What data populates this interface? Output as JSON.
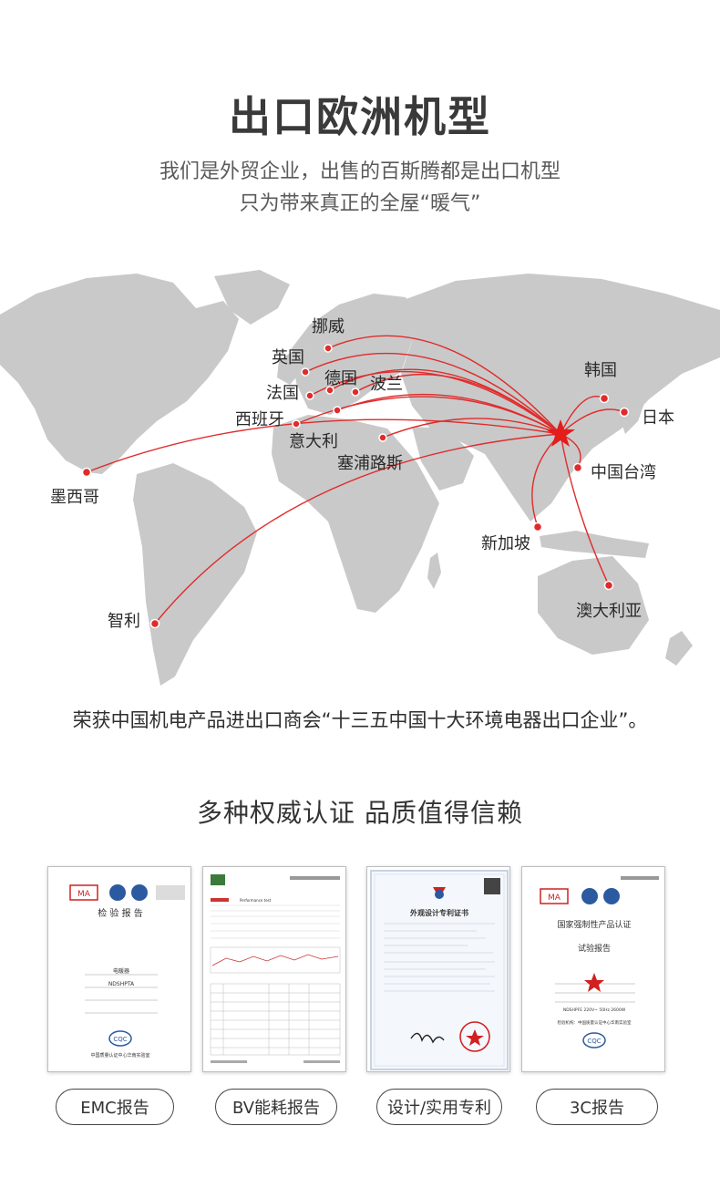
{
  "header": {
    "title": "出口欧洲机型",
    "subtitle_line1": "我们是外贸企业，出售的百斯腾都是出口机型",
    "subtitle_line2": "只为带来真正的全屋“暖气”"
  },
  "map": {
    "destinations": [
      "挪威",
      "英国",
      "法国",
      "德国",
      "波兰",
      "西班牙",
      "意大利",
      "塞浦路斯",
      "墨西哥",
      "智利",
      "韩国",
      "日本",
      "中国台湾",
      "新加坡",
      "澳大利亚"
    ],
    "route_color": "#e02b2b",
    "land_color": "#c9c9c9"
  },
  "award": {
    "text": "荣获中国机电产品进出口商会“十三五中国十大环境电器出口企业”。"
  },
  "certifications": {
    "title": "多种权威认证 品质值得信赖",
    "items": [
      {
        "label": "EMC报告",
        "doc_title": "检 验 报 告",
        "logo": "CMA",
        "product": "电暖器",
        "model": "NDSHPTA",
        "footer": "中国质量认证中心华南实验室"
      },
      {
        "label": "BV能耗报告",
        "doc_title": "Performance test",
        "logo": "BV"
      },
      {
        "label": "设计/实用专利",
        "doc_title": "外观设计专利证书",
        "logo": "patent"
      },
      {
        "label": "3C报告",
        "doc_title": "国家强制性产品认证",
        "doc_subtitle": "试验报告",
        "logo": "CCC",
        "model": "NDSHPFE 220V~ 50Hz 2600W",
        "footer": "检验机构：中国质量认证中心华南实验室"
      }
    ]
  }
}
